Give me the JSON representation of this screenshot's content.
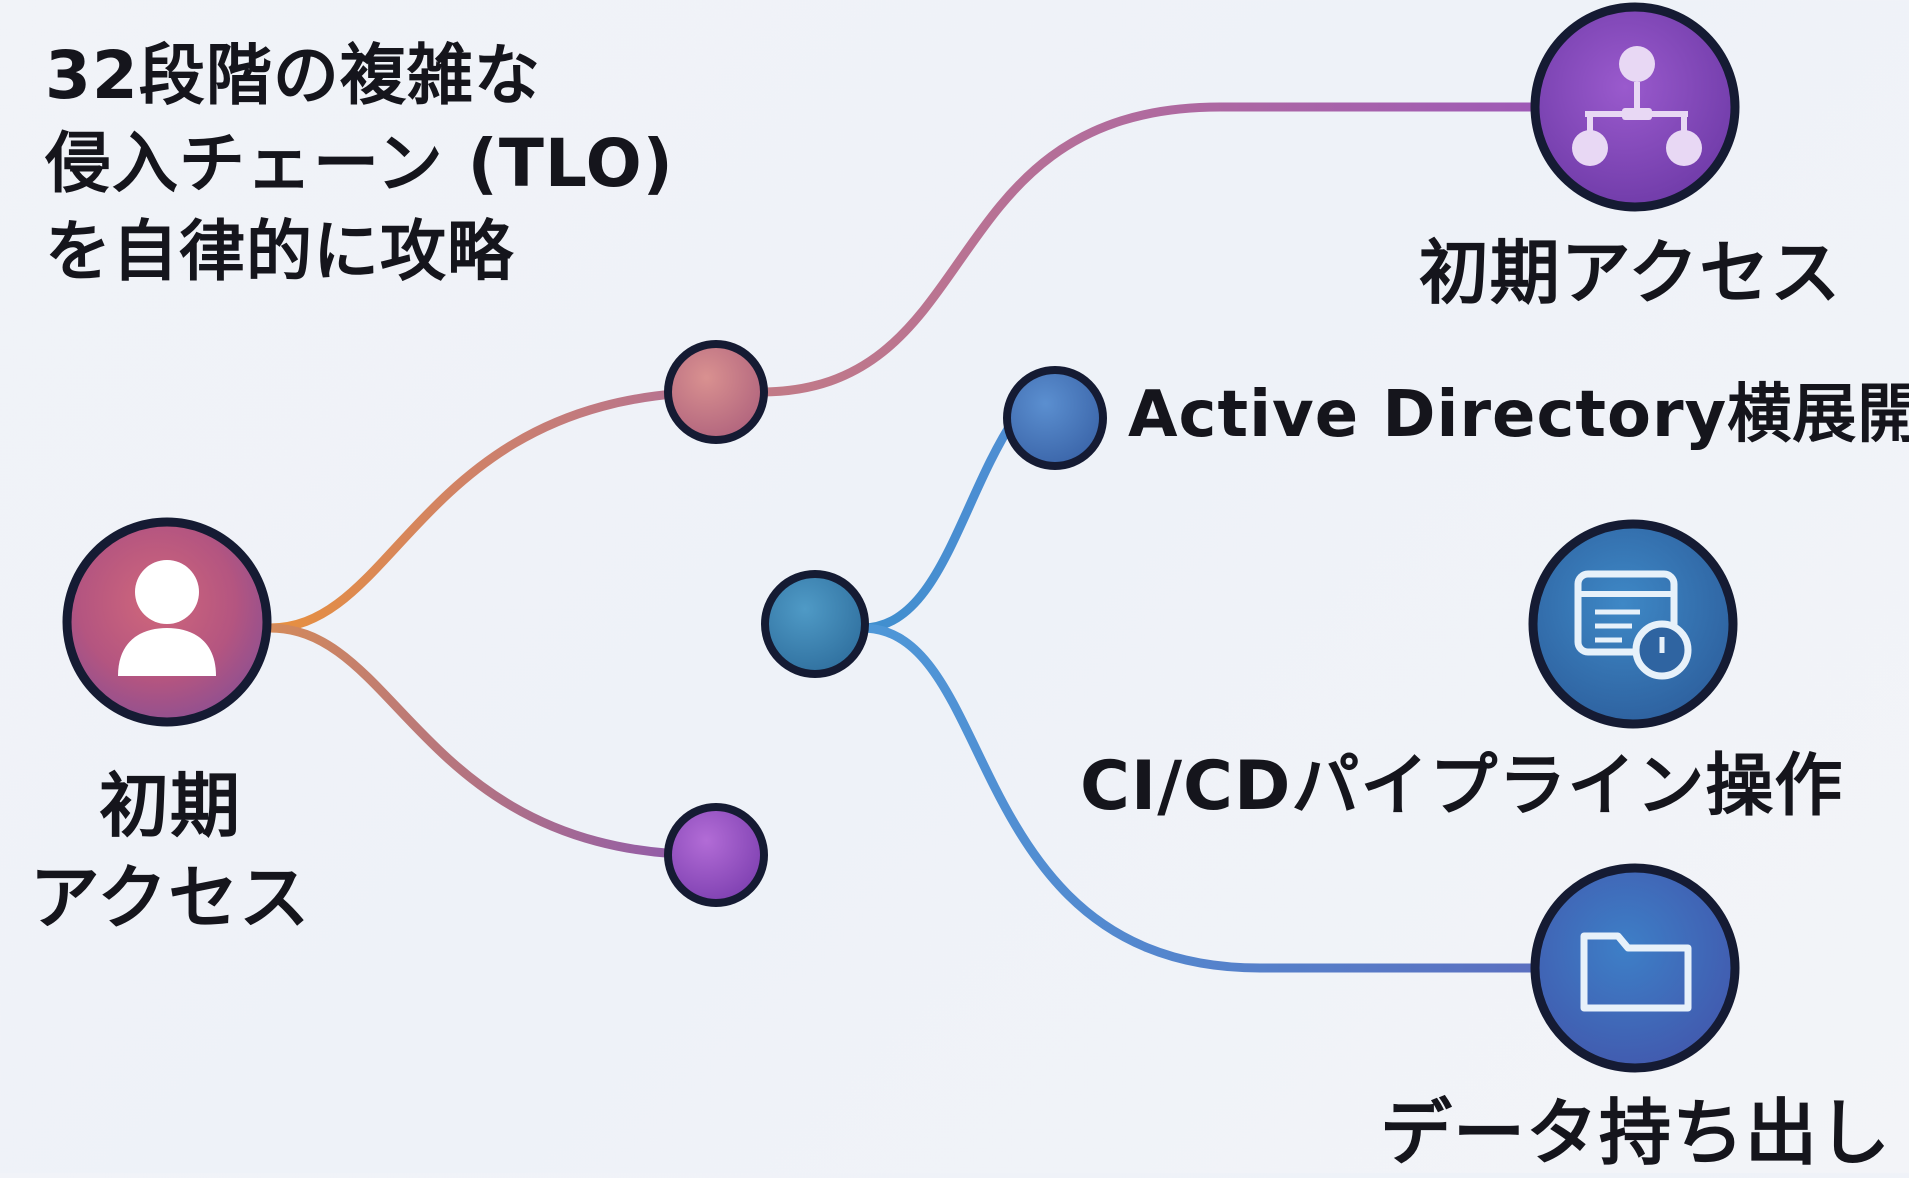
{
  "title": {
    "line1": "32段階の複雑な",
    "line2": "侵入チェーン (TLO)",
    "line3": "を自律的に攻略"
  },
  "start_node": {
    "icon": "user-icon",
    "label_line1": "初期",
    "label_line2": "アクセス"
  },
  "endpoints": {
    "top": {
      "label": "初期アクセス",
      "icon": "network-hierarchy-icon"
    },
    "ad": {
      "label": "Active Directory横展開"
    },
    "cicd": {
      "label": "CI/CDパイプライン操作",
      "icon": "window-clock-icon"
    },
    "exfil": {
      "label": "データ持ち出し",
      "icon": "folder-icon"
    }
  },
  "colors": {
    "background": "#eff2f8",
    "node_outline": "#151b33",
    "orange": "#e8903e",
    "purple": "#9a58c2",
    "blue": "#4f95d6",
    "coral_node": "#c97a7a",
    "purple_node": "#9950c6",
    "blue_node": "#3a7bc0",
    "teal_node": "#3f87b3"
  }
}
